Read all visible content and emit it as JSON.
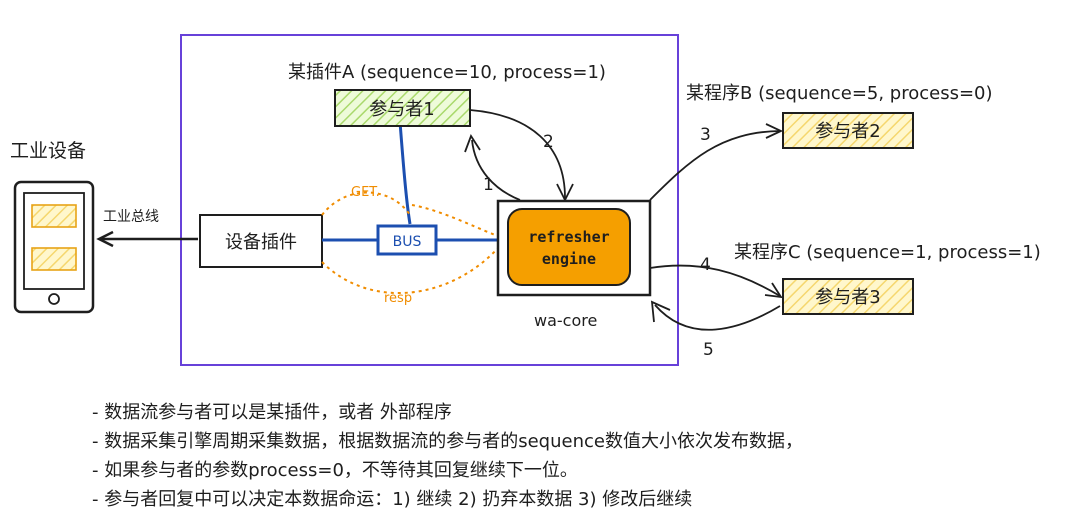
{
  "device": {
    "title": "工业设备",
    "bus_label": "工业总线"
  },
  "pluginA": {
    "label": "某插件A (sequence=10, process=1)",
    "participant": "参与者1"
  },
  "programB": {
    "label": "某程序B (sequence=5, process=0)",
    "participant": "参与者2"
  },
  "programC": {
    "label": "某程序C (sequence=1, process=1)",
    "participant": "参与者3"
  },
  "device_plugin": "设备插件",
  "bus": "BUS",
  "get": "GET.",
  "resp": "resp",
  "engine": {
    "line1": "refresher",
    "line2": "engine"
  },
  "core": "wa-core",
  "steps": [
    "1",
    "2",
    "3",
    "4",
    "5"
  ],
  "notes": [
    "- 数据流参与者可以是某插件，或者 外部程序",
    "- 数据采集引擎周期采集数据，根据数据流的参与者的sequence数值大小依次发布数据，",
    "- 如果参与者的参数process=0，不等待其回复继续下一位。",
    "- 参与者回复中可以决定本数据命运：1) 继续  2) 扔弃本数据  3) 修改后继续"
  ],
  "colors": {
    "boundary": "#6741d9",
    "bus": "#1c4fb0",
    "dotted": "#f08c00",
    "engine_fill": "#f59f00",
    "participant_fill": "#ffec99",
    "participant1_fill": "#d8f5a2"
  }
}
